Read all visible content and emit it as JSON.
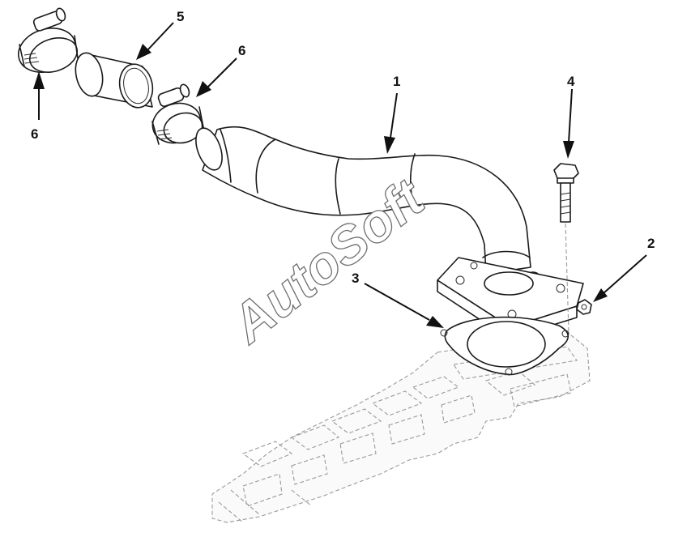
{
  "watermark": "AutoSoft",
  "callouts": [
    {
      "id": "callout-1",
      "label": "1"
    },
    {
      "id": "callout-2",
      "label": "2"
    },
    {
      "id": "callout-3",
      "label": "3"
    },
    {
      "id": "callout-4",
      "label": "4"
    },
    {
      "id": "callout-5",
      "label": "5"
    },
    {
      "id": "callout-6-left",
      "label": "6"
    },
    {
      "id": "callout-6-right",
      "label": "6"
    }
  ]
}
